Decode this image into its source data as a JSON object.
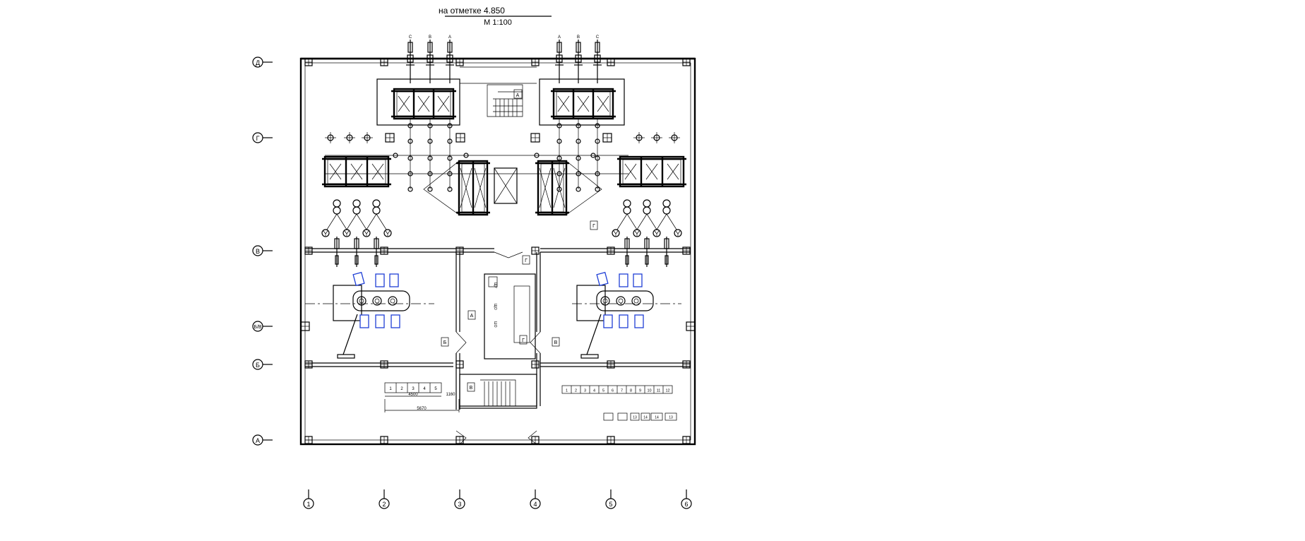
{
  "title": {
    "main": "на отметке  4.850",
    "scale": "М  1:100"
  },
  "axes": {
    "rows": [
      "Д",
      "Г",
      "В",
      "Б/В",
      "Б",
      "А"
    ],
    "cols": [
      "1",
      "2",
      "3",
      "4",
      "5",
      "6"
    ]
  },
  "phase_labels": {
    "left": [
      "C",
      "B",
      "A"
    ],
    "right": [
      "A",
      "B",
      "C"
    ]
  },
  "room_tags": {
    "stair_top": "А",
    "right_hall": "Г",
    "corridor_small": "Г",
    "left_room": "Б",
    "right_room": "В",
    "control_a": "А",
    "control_g": "Г",
    "stair_bottom": "В"
  },
  "control_labels": [
    "ЩУ",
    "ЩО",
    "ШО"
  ],
  "left_table": {
    "cells": [
      "1",
      "2",
      "3",
      "4",
      "5"
    ],
    "dim_top": "4500",
    "dim_side": "1160",
    "dim_bottom": "5670"
  },
  "right_table": {
    "row1": [
      "1",
      "2",
      "3",
      "4",
      "5",
      "6",
      "7",
      "8",
      "9",
      "10",
      "11",
      "12"
    ],
    "row2": [
      "",
      "",
      "13",
      "14",
      "14",
      "13"
    ]
  },
  "colors": {
    "line": "#000000",
    "equipment_blue": "#1f3fd6",
    "background": "#ffffff"
  }
}
